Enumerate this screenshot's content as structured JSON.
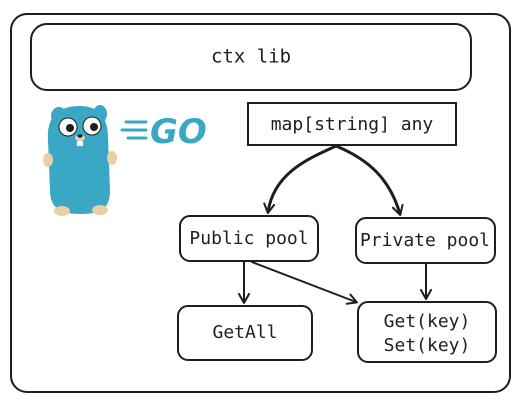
{
  "diagram": {
    "title": "ctx lib",
    "logo_text": "GO",
    "nodes": {
      "map": "map[string] any",
      "public_pool": "Public pool",
      "private_pool": "Private pool",
      "get_all": "GetAll",
      "get_key": "Get(key)",
      "set_key": "Set(key)"
    },
    "colors": {
      "stroke": "#1e1e1e",
      "gopher": "#3aa7c4",
      "go_logo": "#3aa7c4"
    },
    "icons": {
      "mascot": "gopher-icon",
      "logo": "go-logo-icon"
    }
  }
}
